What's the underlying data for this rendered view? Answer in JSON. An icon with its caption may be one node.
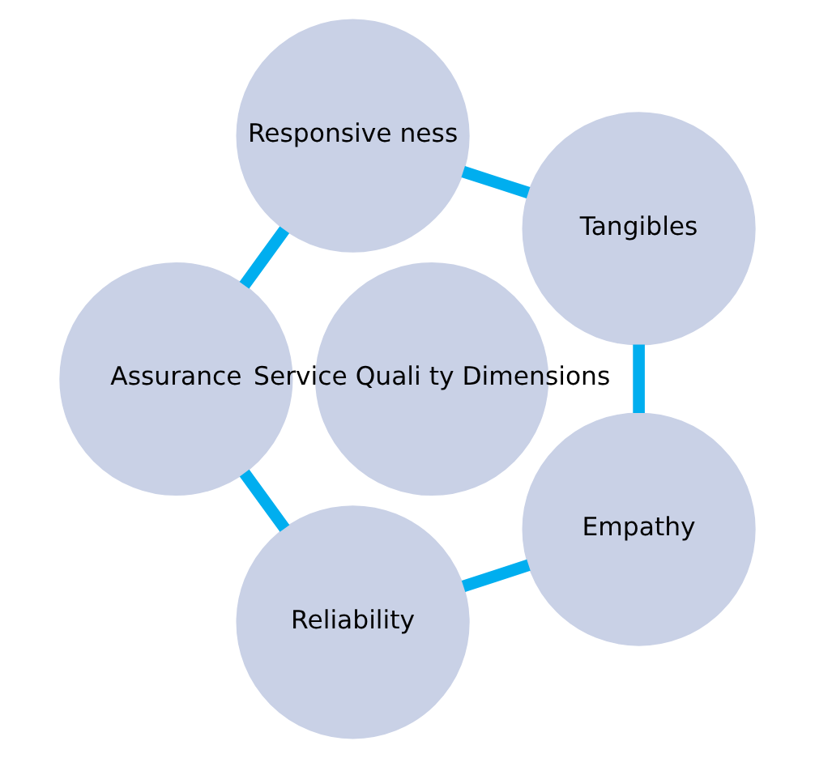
{
  "diagram": {
    "nodes": [
      {
        "text": [
          "Tangibles"
        ]
      },
      {
        "text": [
          "Responsive ness"
        ]
      },
      {
        "text": [
          "Assurance"
        ]
      },
      {
        "text": [
          "Reliability"
        ]
      },
      {
        "text": [
          "Empathy"
        ]
      },
      {
        "text": [
          "Service Quali ty Dimensions"
        ]
      }
    ],
    "edges": [
      {
        "from": 0,
        "to": 1,
        "arrow": "none"
      },
      {
        "from": 1,
        "to": 2,
        "arrow": "none"
      },
      {
        "from": 2,
        "to": 3,
        "arrow": "none"
      },
      {
        "from": 3,
        "to": 4,
        "arrow": "none"
      },
      {
        "from": 4,
        "to": 0,
        "arrow": "none"
      }
    ]
  }
}
